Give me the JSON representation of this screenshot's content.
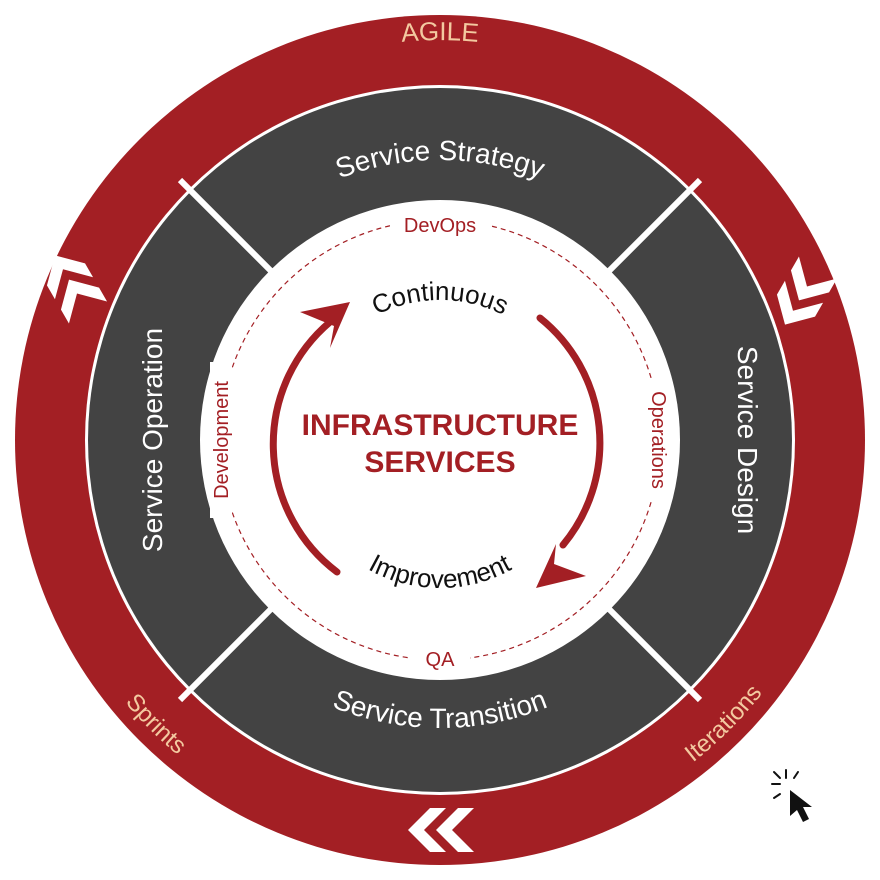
{
  "outer_ring": {
    "top": "AGILE",
    "bottom_left": "Sprints",
    "bottom_right": "Iterations"
  },
  "segments": {
    "top": "Service Strategy",
    "right": "Service Design",
    "bottom": "Service Transition",
    "left": "Service Operation"
  },
  "devops_ring": {
    "top": "DevOps",
    "right": "Operations",
    "bottom": "QA",
    "left": "Development"
  },
  "center": {
    "top": "Continuous",
    "bottom": "Improvement",
    "title_line1": "INFRASTRUCTURE",
    "title_line2": "SERVICES"
  },
  "icons": [
    "chevron-double-icon",
    "cursor-click-icon"
  ],
  "colors": {
    "agile_red": "#A31F24",
    "segment_gray": "#434343",
    "agile_text": "#F3C9A0",
    "white": "#FFFFFF"
  }
}
